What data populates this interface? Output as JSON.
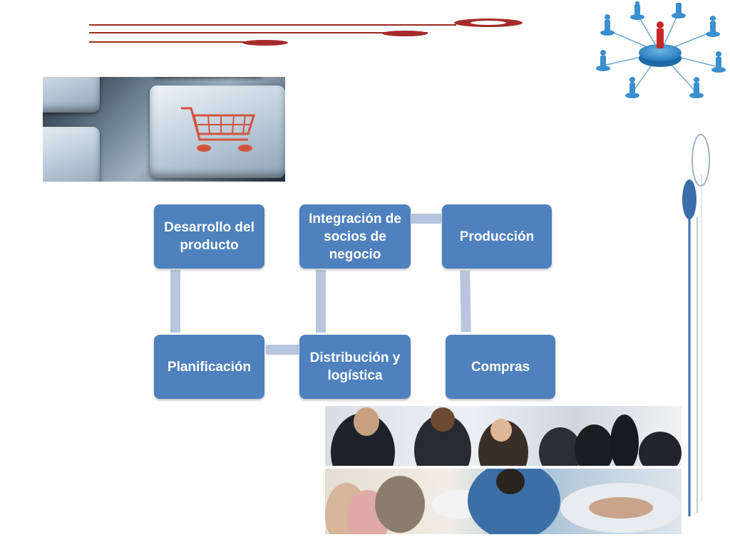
{
  "diagram": {
    "nodes": [
      {
        "id": "desarrollo",
        "label": "Desarrollo del producto"
      },
      {
        "id": "integracion",
        "label": "Integración de socios de negocio"
      },
      {
        "id": "produccion",
        "label": "Producción"
      },
      {
        "id": "planificacion",
        "label": "Planificación"
      },
      {
        "id": "distribucion",
        "label": "Distribución y logística"
      },
      {
        "id": "compras",
        "label": "Compras"
      }
    ],
    "edges": [
      [
        "desarrollo",
        "planificacion"
      ],
      [
        "planificacion",
        "distribucion"
      ],
      [
        "distribucion",
        "integracion"
      ],
      [
        "integracion",
        "produccion"
      ],
      [
        "produccion",
        "compras"
      ]
    ]
  },
  "colors": {
    "node_fill": "#4e81bd",
    "node_text": "#ffffff",
    "connector": "#b7c6de",
    "accent_red": "#a52a2a",
    "accent_blue": "#3a6ea8"
  },
  "images": {
    "keyboard": "shopping-cart-key-icon",
    "network": "people-network-icon",
    "photos": "business-people-photos"
  }
}
